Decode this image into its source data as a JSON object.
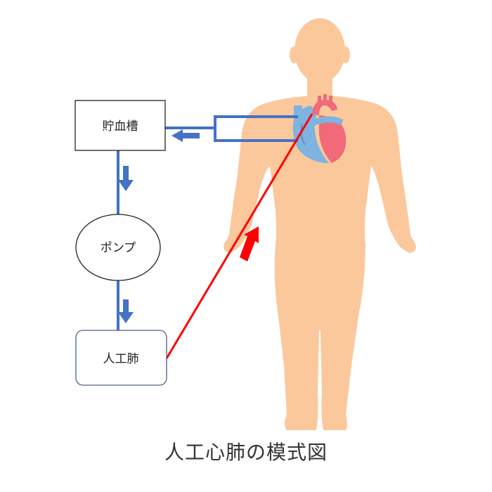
{
  "diagram": {
    "nodes": {
      "reservoir": {
        "label": "貯血槽"
      },
      "pump": {
        "label": "ポンプ"
      },
      "lung": {
        "label": "人工肺"
      }
    },
    "caption": "人工心肺の模式図",
    "colors": {
      "body": "#fbc89c",
      "venous_line": "#4472c4",
      "arterial_line": "#ff0000",
      "heart_blue": "#7fb3e0",
      "heart_red": "#f06a7a",
      "node_stroke": "#222222",
      "lung_stroke": "#4d5f8a"
    }
  }
}
